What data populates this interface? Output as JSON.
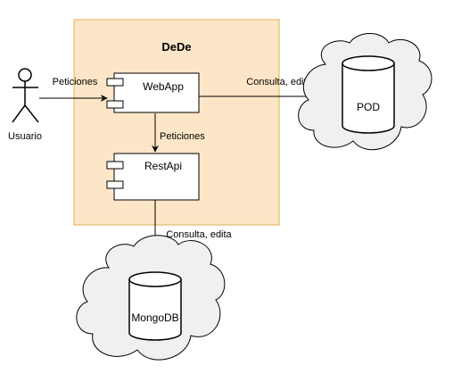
{
  "diagram": {
    "container": {
      "title": "DeDe",
      "fill": "#fde6c7",
      "stroke": "#e0b050"
    },
    "actor": {
      "label": "Usuario"
    },
    "components": {
      "webapp": {
        "label": "WebApp"
      },
      "restapi": {
        "label": "RestApi"
      }
    },
    "datastores": {
      "pod": {
        "label": "POD"
      },
      "mongodb": {
        "label": "MongoDB"
      }
    },
    "edges": {
      "user_to_webapp": {
        "label": "Peticiones"
      },
      "webapp_to_restapi": {
        "label": "Peticiones"
      },
      "webapp_to_pod": {
        "label": "Consulta, edita"
      },
      "restapi_to_mongodb": {
        "label": "Consulta, edita"
      }
    },
    "colors": {
      "cloud_fill": "#f0f0f0",
      "line": "#000000"
    }
  }
}
